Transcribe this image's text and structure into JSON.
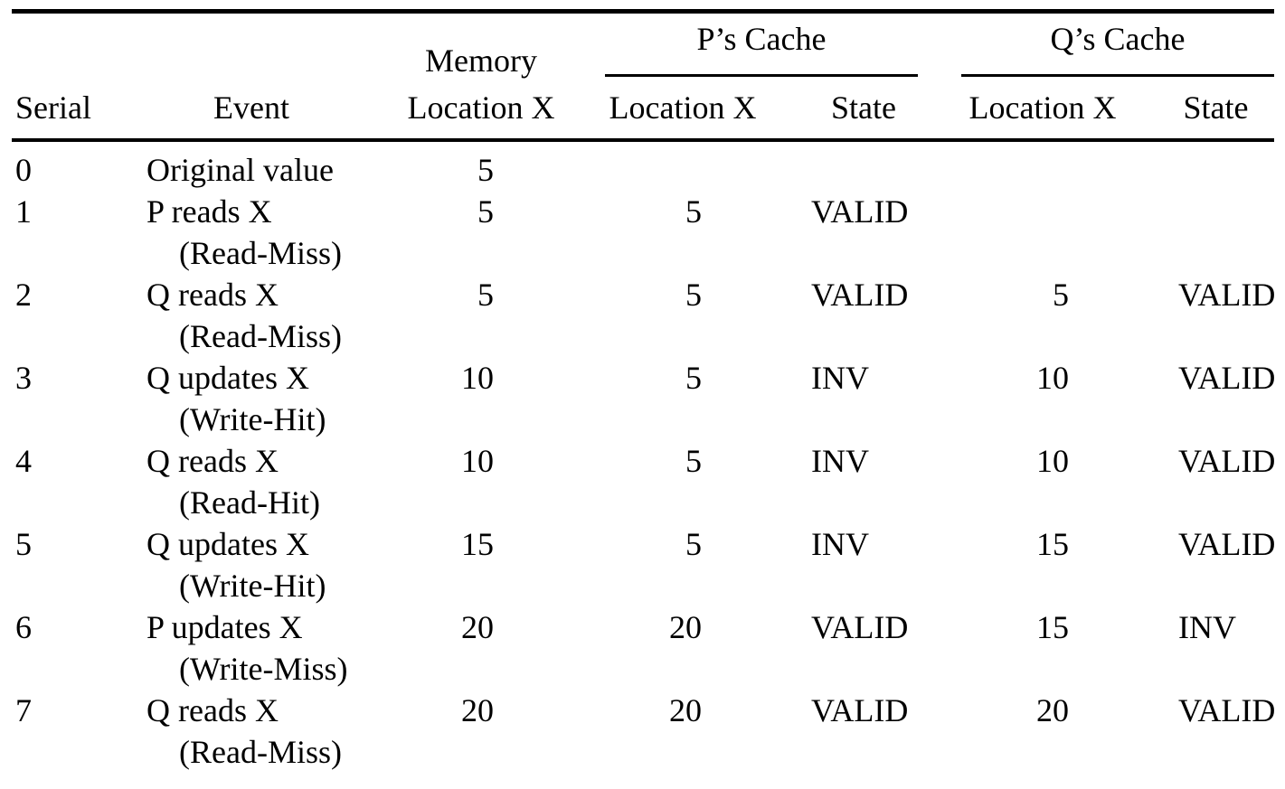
{
  "colors": {
    "text": "#000000",
    "background": "#ffffff"
  },
  "table": {
    "columns": {
      "serial": "Serial",
      "event": "Event",
      "memory_line1": "Memory",
      "memory_line2": "Location X",
      "p_group": "P’s Cache",
      "q_group": "Q’s Cache",
      "location": "Location X",
      "state": "State"
    },
    "rows": [
      {
        "serial": "0",
        "event": "Original value",
        "event_detail": "",
        "memory": "5",
        "p_location": "",
        "p_state": "",
        "q_location": "",
        "q_state": ""
      },
      {
        "serial": "1",
        "event": "P reads X",
        "event_detail": "(Read-Miss)",
        "memory": "5",
        "p_location": "5",
        "p_state": "VALID",
        "q_location": "",
        "q_state": ""
      },
      {
        "serial": "2",
        "event": "Q reads X",
        "event_detail": "(Read-Miss)",
        "memory": "5",
        "p_location": "5",
        "p_state": "VALID",
        "q_location": "5",
        "q_state": "VALID"
      },
      {
        "serial": "3",
        "event": "Q updates X",
        "event_detail": "(Write-Hit)",
        "memory": "10",
        "p_location": "5",
        "p_state": "INV",
        "q_location": "10",
        "q_state": "VALID"
      },
      {
        "serial": "4",
        "event": "Q reads X",
        "event_detail": "(Read-Hit)",
        "memory": "10",
        "p_location": "5",
        "p_state": "INV",
        "q_location": "10",
        "q_state": "VALID"
      },
      {
        "serial": "5",
        "event": "Q updates X",
        "event_detail": "(Write-Hit)",
        "memory": "15",
        "p_location": "5",
        "p_state": "INV",
        "q_location": "15",
        "q_state": "VALID"
      },
      {
        "serial": "6",
        "event": "P updates X",
        "event_detail": "(Write-Miss)",
        "memory": "20",
        "p_location": "20",
        "p_state": "VALID",
        "q_location": "15",
        "q_state": "INV"
      },
      {
        "serial": "7",
        "event": "Q reads X",
        "event_detail": "(Read-Miss)",
        "memory": "20",
        "p_location": "20",
        "p_state": "VALID",
        "q_location": "20",
        "q_state": "VALID"
      }
    ]
  }
}
